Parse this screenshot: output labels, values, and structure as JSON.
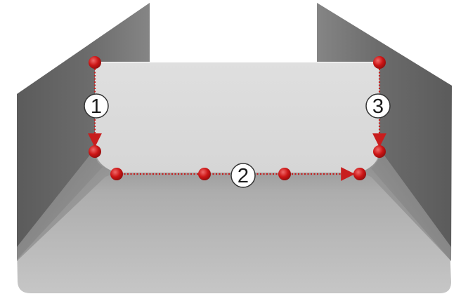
{
  "diagram": {
    "colors": {
      "path": "#c81e1e",
      "point_fill": "#cc1515",
      "point_highlight": "#e85a5a",
      "badge_fill": "#ffffff",
      "badge_stroke": "#333333",
      "back_wall": "#dcdcdc",
      "side_wall": "#6e6e6e",
      "floor": "#b4b4b4"
    },
    "steps": [
      {
        "id": "step-1",
        "label": "1"
      },
      {
        "id": "step-2",
        "label": "2"
      },
      {
        "id": "step-3",
        "label": "3"
      }
    ]
  }
}
